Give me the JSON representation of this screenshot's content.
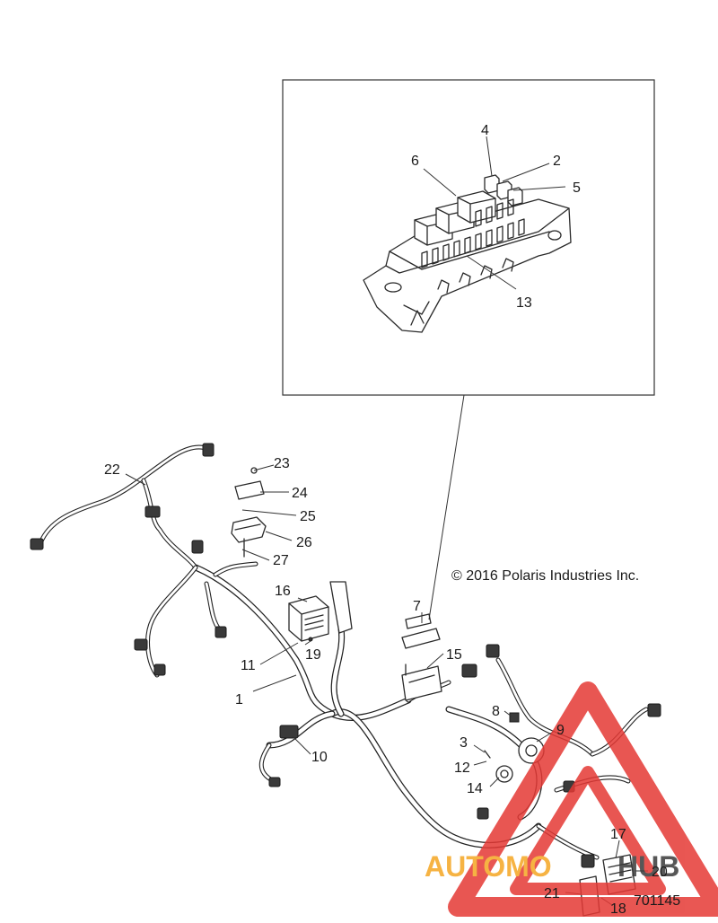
{
  "copyright": "© 2016 Polaris Industries Inc.",
  "figure_number": "701145",
  "watermark": {
    "brand_left": "AUTOMO",
    "brand_right": "HUB",
    "color_accent": "#f5a623",
    "color_dark": "#3a3a3a",
    "triangle_color": "#e53935"
  },
  "labels": {
    "l1": "1",
    "l2": "2",
    "l3": "3",
    "l4": "4",
    "l5": "5",
    "l6": "6",
    "l7": "7",
    "l8": "8",
    "l9": "9",
    "l10": "10",
    "l11": "11",
    "l12": "12",
    "l13": "13",
    "l14": "14",
    "l15": "15",
    "l16": "16",
    "l17": "17",
    "l18": "18",
    "l19": "19",
    "l20": "20",
    "l21": "21",
    "l22": "22",
    "l23": "23",
    "l24": "24",
    "l25": "25",
    "l26": "26",
    "l27": "27"
  }
}
